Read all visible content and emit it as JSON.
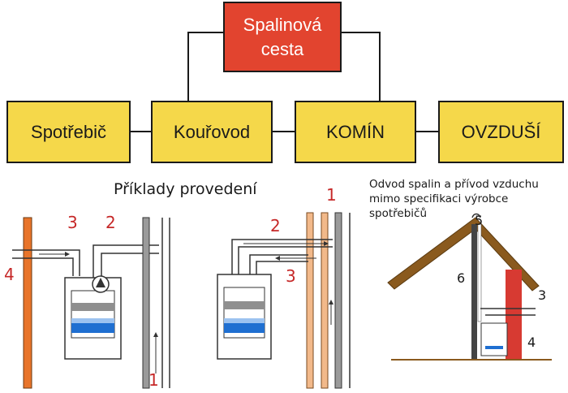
{
  "top_box": {
    "line1": "Spalinová",
    "line2": "cesta"
  },
  "boxes": [
    "Spotřebič",
    "Kouřovod",
    "KOMÍN",
    "OVZDUŠÍ"
  ],
  "subtitle": "Příklady provedení",
  "note": {
    "line1": "Odvod spalin a přívod vzduchu",
    "line2": "mimo specifikaci výrobce spotřebičů"
  },
  "left_example": {
    "labels": [
      "4",
      "3",
      "2",
      "1"
    ]
  },
  "middle_example": {
    "labels": [
      "1",
      "2",
      "3"
    ]
  },
  "right_example": {
    "labels": [
      "5",
      "6",
      "3",
      "4"
    ]
  },
  "colors": {
    "yellow": "#f5d84a",
    "red": "#e2442f",
    "orange": "#e8742a",
    "dark_red": "#c62828",
    "gray": "#8f8f8f",
    "roof": "#8a5a1e",
    "chimney_red": "#d73a32",
    "water_blue": "#1f6fd1"
  }
}
